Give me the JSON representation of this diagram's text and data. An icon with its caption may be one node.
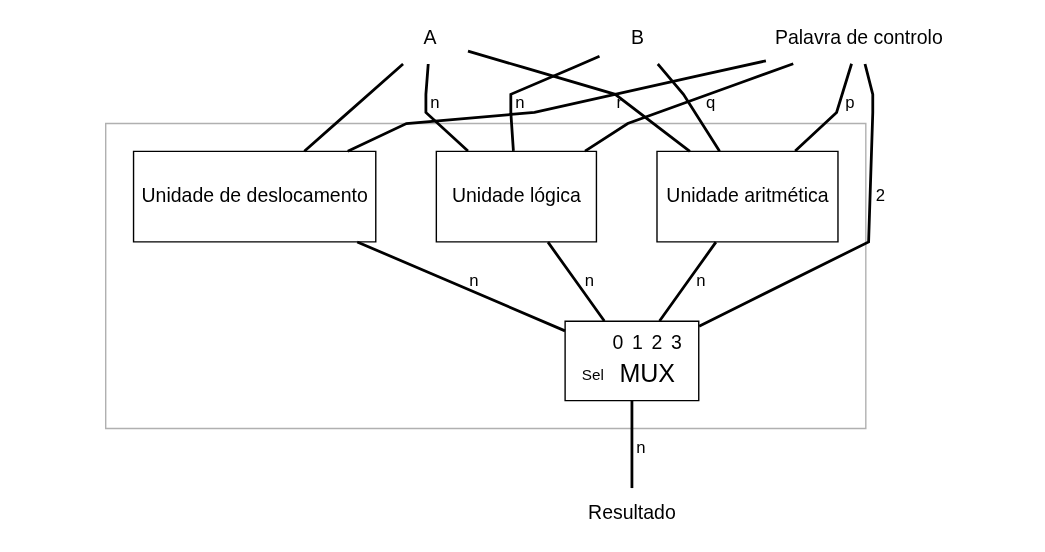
{
  "diagram": {
    "nodes": [
      {
        "text": [
          "A"
        ]
      },
      {
        "text": [
          "B"
        ]
      },
      {
        "text": [],
        "shape": "box"
      },
      {
        "text": [
          "Unidade aritmética"
        ],
        "in": 2
      },
      {
        "text": [
          "Unidade lógica"
        ],
        "in": 2
      },
      {
        "text": [
          "Unidade de deslocamento"
        ],
        "in": 2
      },
      {
        "text": [
          "Palavra de controlo"
        ]
      },
      {
        "text": [
          "0",
          "1",
          "2",
          "3",
          "Sel",
          "MUX"
        ],
        "in": 2
      },
      {
        "text": [
          "Resultado"
        ]
      }
    ],
    "edges": [
      {
        "from": 0,
        "to": 3,
        "arrow": "none"
      },
      {
        "from": 0,
        "to": 4,
        "arrow": "none",
        "label": "n"
      },
      {
        "from": 0,
        "to": 5,
        "arrow": "none"
      },
      {
        "from": 1,
        "to": 3,
        "arrow": "none"
      },
      {
        "from": 1,
        "to": 4,
        "arrow": "none",
        "label": "n"
      },
      {
        "from": 6,
        "to": 3,
        "arrow": "none",
        "label": "p"
      },
      {
        "from": 6,
        "to": 4,
        "arrow": "none",
        "label": "q"
      },
      {
        "from": 6,
        "to": 5,
        "arrow": "none",
        "label": "r"
      },
      {
        "from": 6,
        "to": 7,
        "arrow": "none",
        "label": "2"
      },
      {
        "from": 3,
        "to": 7,
        "arrow": "none",
        "label": "n"
      },
      {
        "from": 4,
        "to": 7,
        "arrow": "none",
        "label": "n"
      },
      {
        "from": 5,
        "to": 7,
        "arrow": "none",
        "label": "n"
      },
      {
        "from": 7,
        "to": 8,
        "arrow": "none",
        "label": "n"
      }
    ]
  }
}
